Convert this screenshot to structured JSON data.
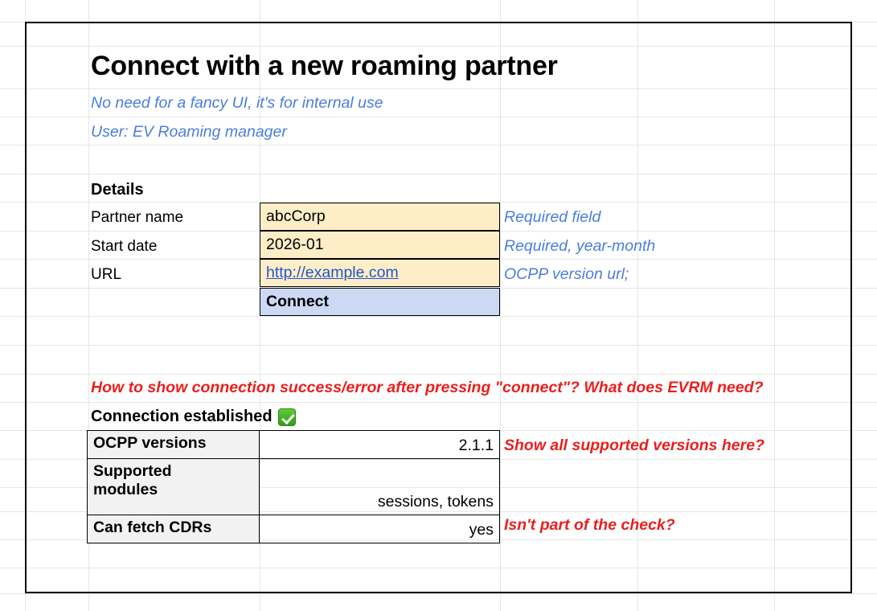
{
  "page": {
    "title": "Connect with a new roaming partner",
    "subtitle_1": "No need for a fancy UI, it's for internal use",
    "subtitle_2": "User: EV Roaming manager"
  },
  "details": {
    "section_label": "Details",
    "rows": [
      {
        "label": "Partner name",
        "value": "abcCorp",
        "note": "Required field",
        "type": "text"
      },
      {
        "label": "Start date",
        "value": "2026-01",
        "note": "Required, year-month",
        "type": "text"
      },
      {
        "label": "URL",
        "value": "http://example.com",
        "note": "OCPP version url;",
        "type": "link"
      }
    ],
    "connect_button": "Connect"
  },
  "question": {
    "open_question": "How to show connection success/error after pressing \"connect\"? What does EVRM need?"
  },
  "result": {
    "status_label": "Connection established",
    "status_icon": "green-check-icon",
    "rows": [
      {
        "label": "OCPP versions",
        "value": "2.1.1",
        "note": "Show all supported versions here?"
      },
      {
        "label": "Supported\nmodules",
        "value": "sessions, tokens",
        "note": ""
      },
      {
        "label": "Can fetch CDRs",
        "value": "yes",
        "note": "Isn't part of the check?"
      }
    ]
  },
  "result_labels": {
    "ocpp_versions": "OCPP versions",
    "supported_modules_line1": "Supported",
    "supported_modules_line2": "modules",
    "can_fetch_cdrs": "Can fetch CDRs",
    "ocpp_versions_value": "2.1.1",
    "supported_modules_value": "sessions, tokens",
    "can_fetch_cdrs_value": "yes",
    "ocpp_versions_note": "Show all supported versions here?",
    "can_fetch_cdrs_note": "Isn't part of the check?"
  },
  "colors": {
    "input_fill": "#fdeec8",
    "button_fill": "#ccd9f5",
    "note_blue": "#4a7ddd",
    "note_red": "#e8201e",
    "header_fill": "#f2f2f2",
    "grid_line": "#e6e6e6",
    "border": "#000000",
    "link": "#2255cc",
    "check_green": "#2f9c16"
  },
  "grid": {
    "v_lines": [
      31,
      110,
      323,
      622,
      793,
      963
    ],
    "h_lines": [
      27,
      57,
      110,
      145,
      180,
      216,
      251,
      287,
      322,
      358,
      393,
      429,
      465,
      500,
      535,
      571,
      606,
      636,
      671,
      706,
      738
    ]
  }
}
